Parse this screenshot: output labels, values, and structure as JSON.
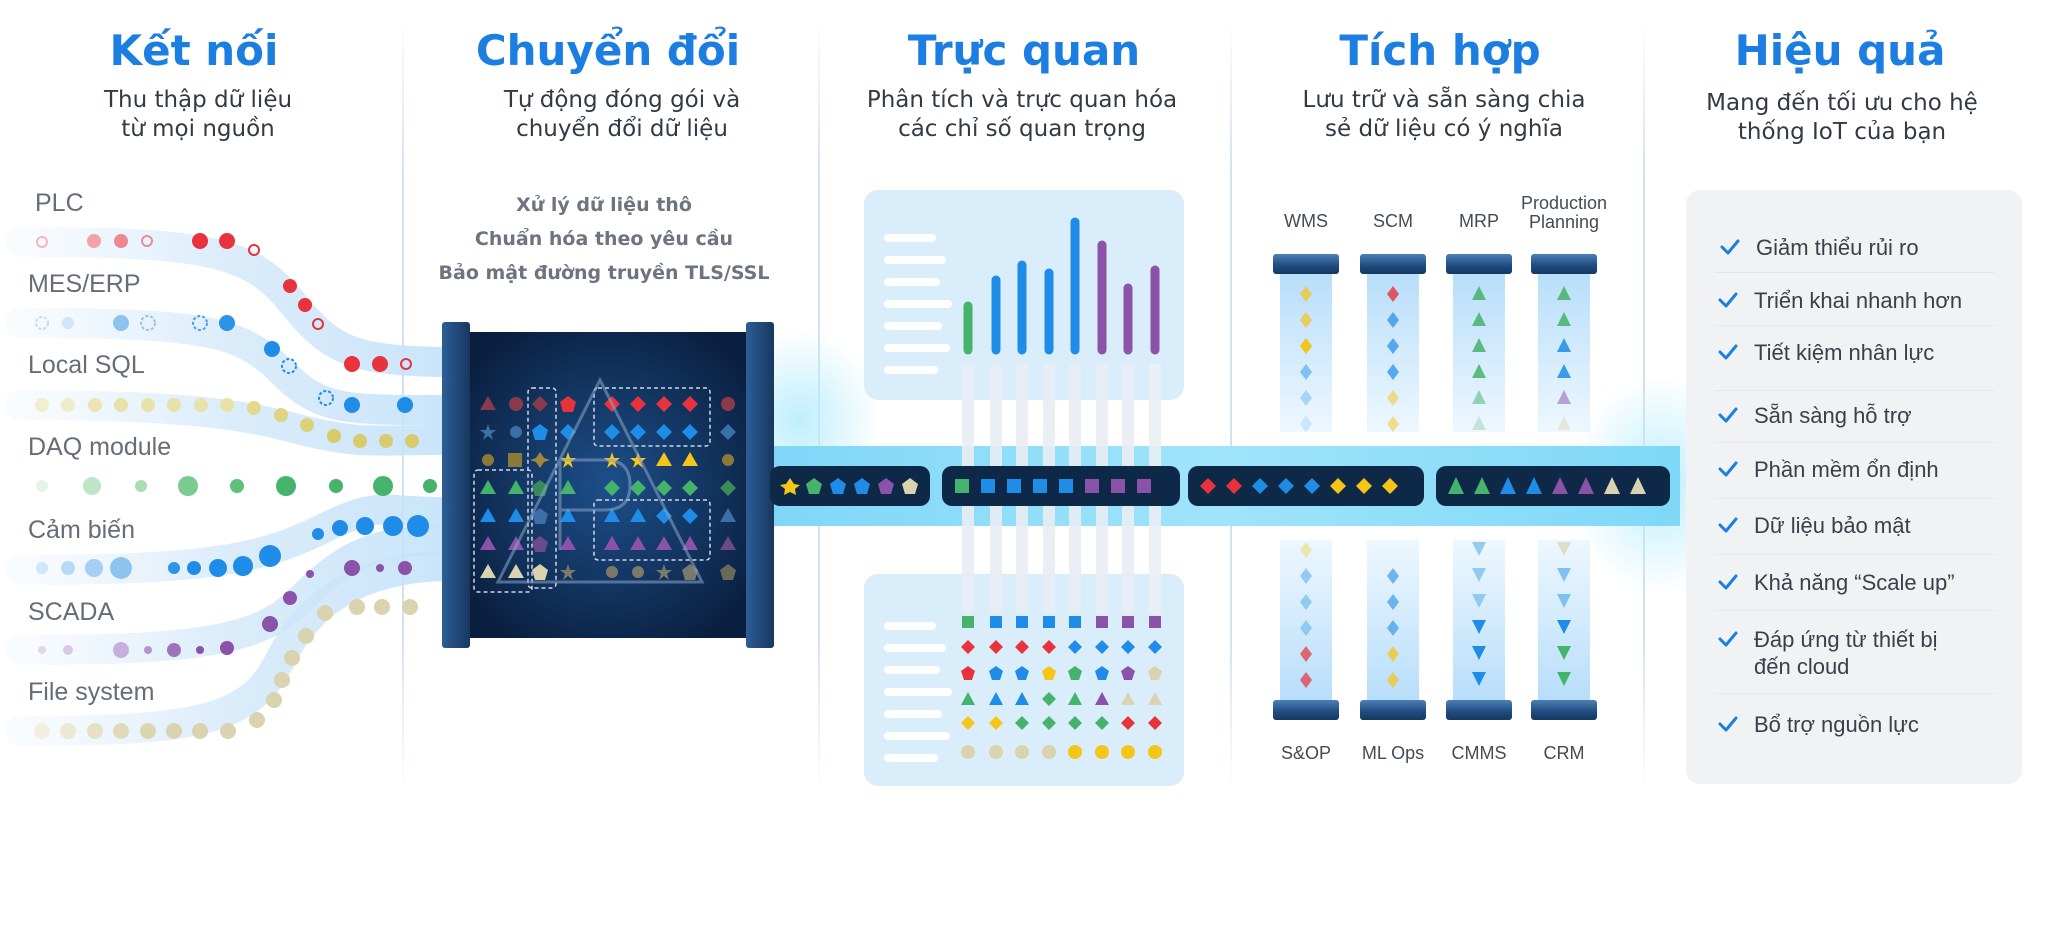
{
  "columns": [
    {
      "title": "Kết nối",
      "subtitle": [
        "Thu thập dữ liệu",
        "từ mọi nguồn"
      ]
    },
    {
      "title": "Chuyển đổi",
      "subtitle": [
        "Tự động đóng gói và",
        "chuyển đổi dữ liệu"
      ]
    },
    {
      "title": "Trực quan",
      "subtitle": [
        "Phân tích và trực quan hóa",
        "các chỉ số quan trọng"
      ]
    },
    {
      "title": "Tích hợp",
      "subtitle": [
        "Lưu trữ và sẵn sàng chia",
        "sẻ dữ liệu có ý nghĩa"
      ]
    },
    {
      "title": "Hiệu quả",
      "subtitle": [
        "Mang đến tối ưu cho hệ",
        "thống IoT của bạn"
      ]
    }
  ],
  "sources": [
    "PLC",
    "MES/ERP",
    "Local SQL",
    "DAQ module",
    "Cảm biến",
    "SCADA",
    "File system"
  ],
  "processing_steps": [
    "Xử lý dữ liệu thô",
    "Chuẩn hóa theo yêu cầu",
    "Bảo mật đường truyền TLS/SSL"
  ],
  "systems_top": [
    "WMS",
    "SCM",
    "MRP",
    "Production Planning"
  ],
  "systems_bottom": [
    "S&OP",
    "ML Ops",
    "CMMS",
    "CRM"
  ],
  "benefits": [
    "Giảm thiểu rủi ro",
    "Triển khai nhanh hơn",
    "Tiết kiệm nhân lực",
    "Sẵn sàng hỗ trợ",
    "Phần mềm ổn định",
    "Dữ liệu bảo mật",
    "Khả năng “Scale up”",
    "Đáp ứng từ thiết bị đến cloud",
    "Bổ trợ nguồn lực"
  ],
  "colors": {
    "accent": "#1b7ee0",
    "red": "#e8323c",
    "blue": "#1f8de8",
    "green": "#45b36b",
    "yellow": "#f5c518",
    "purple": "#8a52a8",
    "beige": "#d9d3b0",
    "navy": "#0e2848",
    "check": "#1b7ee0"
  }
}
